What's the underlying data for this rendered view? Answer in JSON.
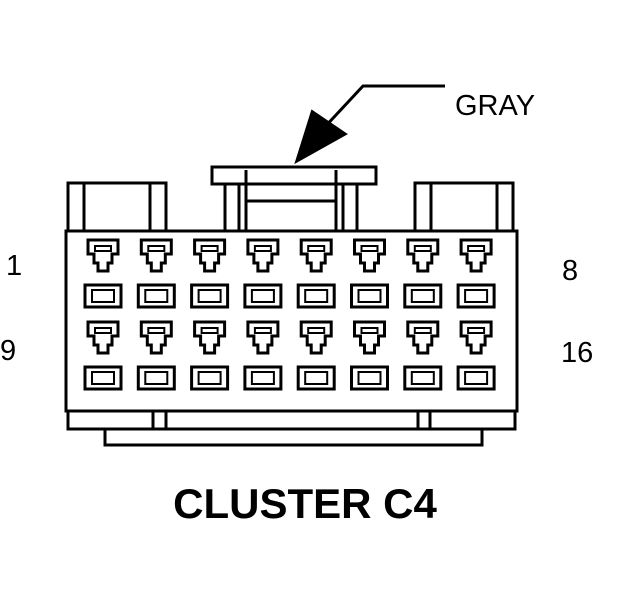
{
  "connector": {
    "color_label": "GRAY",
    "name": "CLUSTER C4",
    "pin_labels": {
      "row1_start": "1",
      "row1_end": "8",
      "row2_start": "9",
      "row2_end": "16"
    },
    "pins_per_row": 8,
    "rows": 2
  }
}
